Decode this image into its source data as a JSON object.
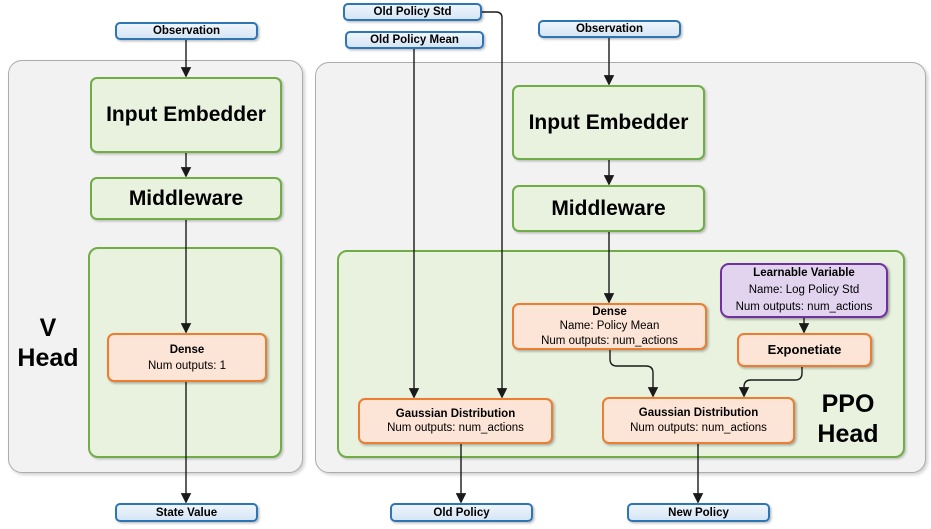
{
  "colors": {
    "io_node_border": "#2E75B6",
    "io_node_fill": "#DEEBF7",
    "block_border": "#70AD47",
    "block_fill": "#E8F2DF",
    "layer_border": "#ED7D31",
    "layer_fill": "#FCE4D6",
    "variable_border": "#7030A0",
    "variable_fill": "#E2D4EF",
    "group_fill": "#F2F2F2",
    "group_border": "#ACACAC",
    "arrow": "#1A1A1A"
  },
  "v_head": {
    "label_line1": "V",
    "label_line2": "Head",
    "observation": "Observation",
    "input_embedder": "Input Embedder",
    "middleware": "Middleware",
    "dense_title": "Dense",
    "dense_outputs": "Num outputs: 1",
    "state_value": "State Value"
  },
  "ppo_head": {
    "label_line1": "PPO",
    "label_line2": "Head",
    "old_policy_std": "Old Policy Std",
    "old_policy_mean": "Old Policy Mean",
    "observation": "Observation",
    "input_embedder": "Input Embedder",
    "middleware": "Middleware",
    "dense_title": "Dense",
    "dense_name": "Name: Policy Mean",
    "dense_outputs": "Num outputs: num_actions",
    "learnable_title": "Learnable Variable",
    "learnable_name": "Name: Log Policy Std",
    "learnable_outputs": "Num outputs: num_actions",
    "exponetiate": "Exponetiate",
    "gaussian_old_title": "Gaussian Distribution",
    "gaussian_old_outputs": "Num outputs: num_actions",
    "gaussian_new_title": "Gaussian Distribution",
    "gaussian_new_outputs": "Num outputs: num_actions",
    "old_policy": "Old Policy",
    "new_policy": "New Policy"
  }
}
